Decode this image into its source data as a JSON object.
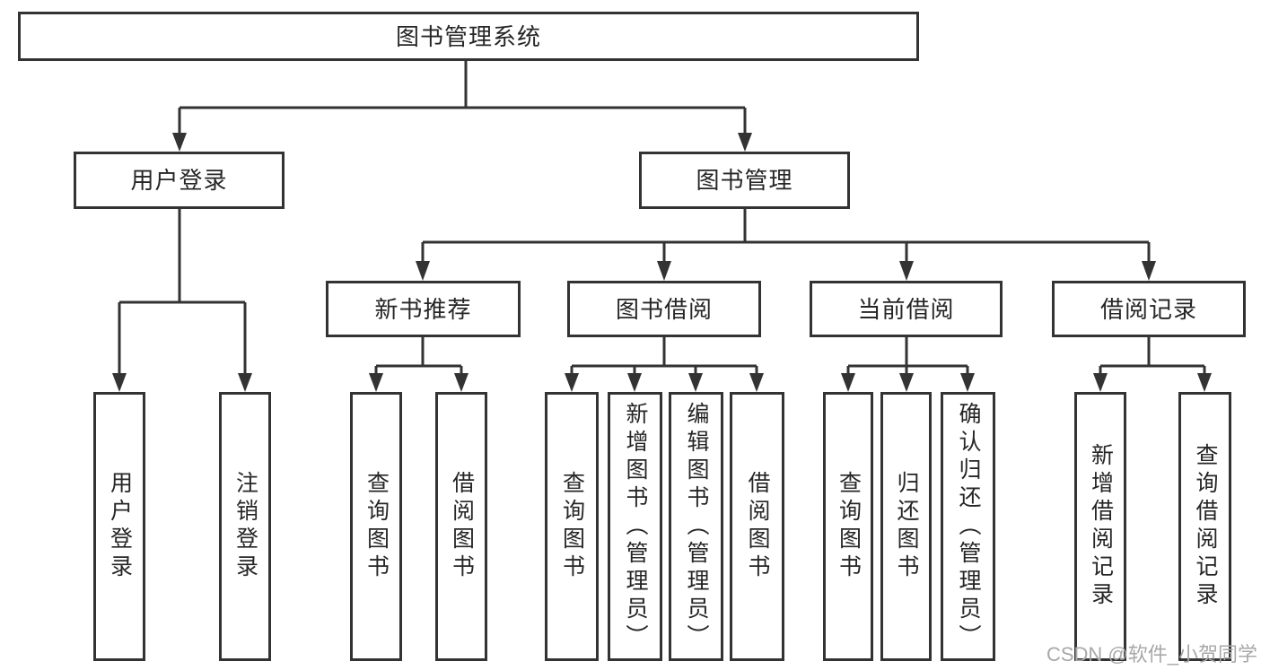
{
  "diagram": {
    "title": "图书管理系统",
    "level2": [
      {
        "label": "用户登录"
      },
      {
        "label": "图书管理"
      }
    ],
    "level3": [
      {
        "label": "新书推荐"
      },
      {
        "label": "图书借阅"
      },
      {
        "label": "当前借阅"
      },
      {
        "label": "借阅记录"
      }
    ],
    "leaves": {
      "user_login": [
        {
          "label": "用户登录"
        },
        {
          "label": "注销登录"
        }
      ],
      "new_book": [
        {
          "label": "查询图书"
        },
        {
          "label": "借阅图书"
        }
      ],
      "book_borrow": [
        {
          "label": "查询图书"
        },
        {
          "label": "新增图书（管理员）"
        },
        {
          "label": "编辑图书（管理员）"
        },
        {
          "label": "借阅图书"
        }
      ],
      "current_borrow": [
        {
          "label": "查询图书"
        },
        {
          "label": "归还图书"
        },
        {
          "label": "确认归还（管理员）"
        }
      ],
      "borrow_record": [
        {
          "label": "新增借阅记录"
        },
        {
          "label": "查询借阅记录"
        }
      ]
    }
  },
  "watermark": {
    "text": "CSDN @软件_小贺同学"
  },
  "colors": {
    "line": "#333333",
    "text": "#262626",
    "box_bg": "#ffffff",
    "watermark": "#a8a8a8",
    "page_bg": "#ffffff"
  }
}
